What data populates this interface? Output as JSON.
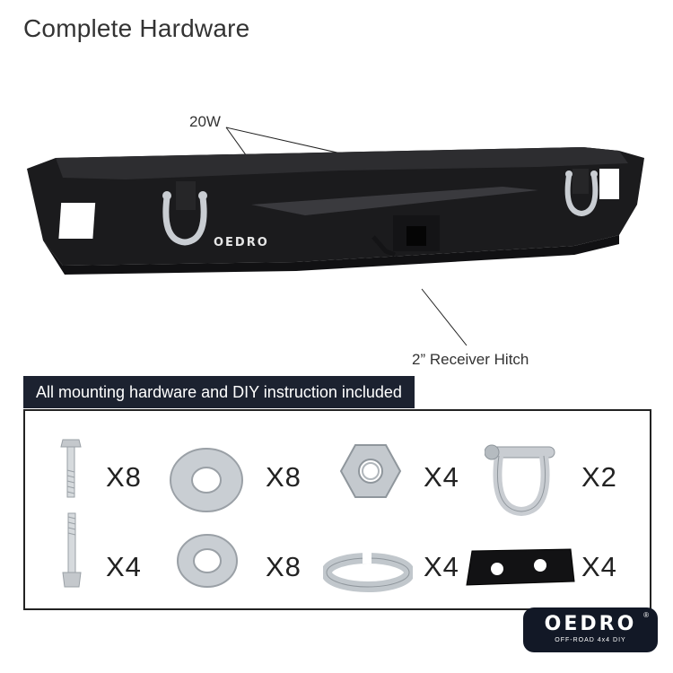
{
  "title": "Complete Hardware",
  "callouts": {
    "width_label": "20W",
    "hitch_label": "2” Receiver Hitch"
  },
  "bumper_brand": "OEDRO",
  "hardware_section": {
    "header": "All mounting hardware and DIY instruction included",
    "items": [
      {
        "icon": "short-bolt-icon",
        "quantity": "X8"
      },
      {
        "icon": "large-flat-washer-icon",
        "quantity": "X8"
      },
      {
        "icon": "hex-nut-icon",
        "quantity": "X4"
      },
      {
        "icon": "d-ring-shackle-icon",
        "quantity": "X2"
      },
      {
        "icon": "long-bolt-icon",
        "quantity": "X4"
      },
      {
        "icon": "small-flat-washer-icon",
        "quantity": "X8"
      },
      {
        "icon": "lock-washer-icon",
        "quantity": "X4"
      },
      {
        "icon": "mounting-plate-icon",
        "quantity": "X4"
      }
    ]
  },
  "logo": {
    "wordmark": "OEDRO",
    "registered": "®",
    "tagline": "OFF-ROAD 4x4 DIY"
  },
  "colors": {
    "header_bg": "#1c2230",
    "bumper": "#1b1b1d",
    "shackle_metal": "#c9cdd2",
    "logo_bg": "#121826"
  }
}
